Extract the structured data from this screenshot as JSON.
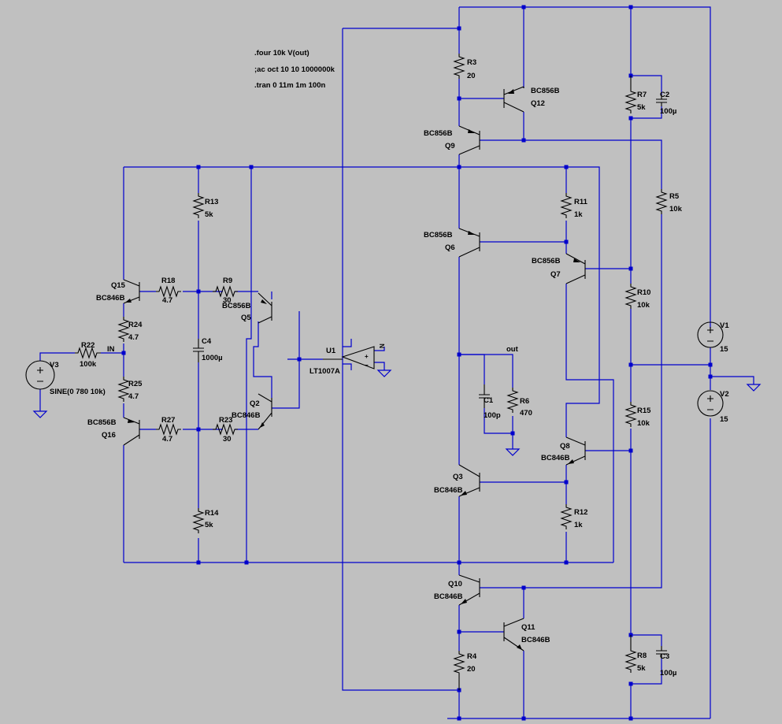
{
  "directives": [
    ".four 10k V(out)",
    ";ac oct 10 10 1000000k",
    ".tran 0 11m 1m 100n"
  ],
  "components": {
    "R3": {
      "name": "R3",
      "value": "20"
    },
    "R4": {
      "name": "R4",
      "value": "20"
    },
    "R5": {
      "name": "R5",
      "value": "10k"
    },
    "R6": {
      "name": "R6",
      "value": "470"
    },
    "R7": {
      "name": "R7",
      "value": "5k"
    },
    "R8": {
      "name": "R8",
      "value": "5k"
    },
    "R9": {
      "name": "R9",
      "value": "30"
    },
    "R10": {
      "name": "R10",
      "value": "10k"
    },
    "R11": {
      "name": "R11",
      "value": "1k"
    },
    "R12": {
      "name": "R12",
      "value": "1k"
    },
    "R13": {
      "name": "R13",
      "value": "5k"
    },
    "R14": {
      "name": "R14",
      "value": "5k"
    },
    "R15": {
      "name": "R15",
      "value": "10k"
    },
    "R18": {
      "name": "R18",
      "value": "4.7"
    },
    "R22": {
      "name": "R22",
      "value": "100k"
    },
    "R23": {
      "name": "R23",
      "value": "30"
    },
    "R24": {
      "name": "R24",
      "value": "4.7"
    },
    "R25": {
      "name": "R25",
      "value": "4.7"
    },
    "R27": {
      "name": "R27",
      "value": "4.7"
    },
    "C1": {
      "name": "C1",
      "value": "100p"
    },
    "C2": {
      "name": "C2",
      "value": "100µ"
    },
    "C3": {
      "name": "C3",
      "value": "100µ"
    },
    "C4": {
      "name": "C4",
      "value": "1000µ"
    },
    "Q2": {
      "name": "Q2",
      "value": "BC846B"
    },
    "Q3": {
      "name": "Q3",
      "value": "BC846B"
    },
    "Q5": {
      "name": "Q5",
      "value": "BC856B"
    },
    "Q6": {
      "name": "Q6",
      "value": "BC856B"
    },
    "Q7": {
      "name": "Q7",
      "value": "BC856B"
    },
    "Q8": {
      "name": "Q8",
      "value": "BC846B"
    },
    "Q9": {
      "name": "Q9",
      "value": "BC856B"
    },
    "Q10": {
      "name": "Q10",
      "value": "BC846B"
    },
    "Q11": {
      "name": "Q11",
      "value": "BC846B"
    },
    "Q12": {
      "name": "Q12",
      "value": "BC856B"
    },
    "Q15": {
      "name": "Q15",
      "value": "BC846B"
    },
    "Q16": {
      "name": "Q16",
      "value": "BC856B"
    },
    "U1": {
      "name": "U1",
      "value": "LT1007A"
    },
    "V1": {
      "name": "V1",
      "value": "15"
    },
    "V2": {
      "name": "V2",
      "value": "15"
    },
    "V3": {
      "name": "V3",
      "value": "SINE(0 780 10k)"
    }
  },
  "net_labels": {
    "in": "IN",
    "out": "out"
  },
  "colors": {
    "background": "#c0c0c0",
    "wire": "#0000cd",
    "component": "#000000"
  }
}
